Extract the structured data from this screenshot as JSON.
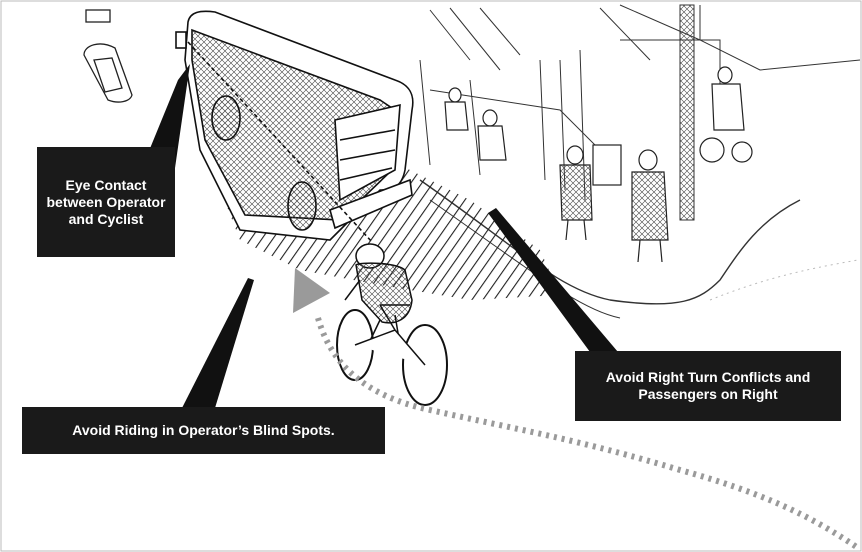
{
  "callouts": {
    "eye_contact": "Eye Contact between Operator and Cyclist",
    "blind_spots": "Avoid Riding in Operator’s Blind Spots.",
    "right_turn": "Avoid Right Turn Conflicts and Passengers on Right"
  },
  "colors": {
    "callout_bg": "#1a1a1a",
    "callout_text": "#ffffff",
    "sketch_line": "#222222",
    "path_dots": "#9a9a9a",
    "arrow_head": "#9a9a9a"
  }
}
